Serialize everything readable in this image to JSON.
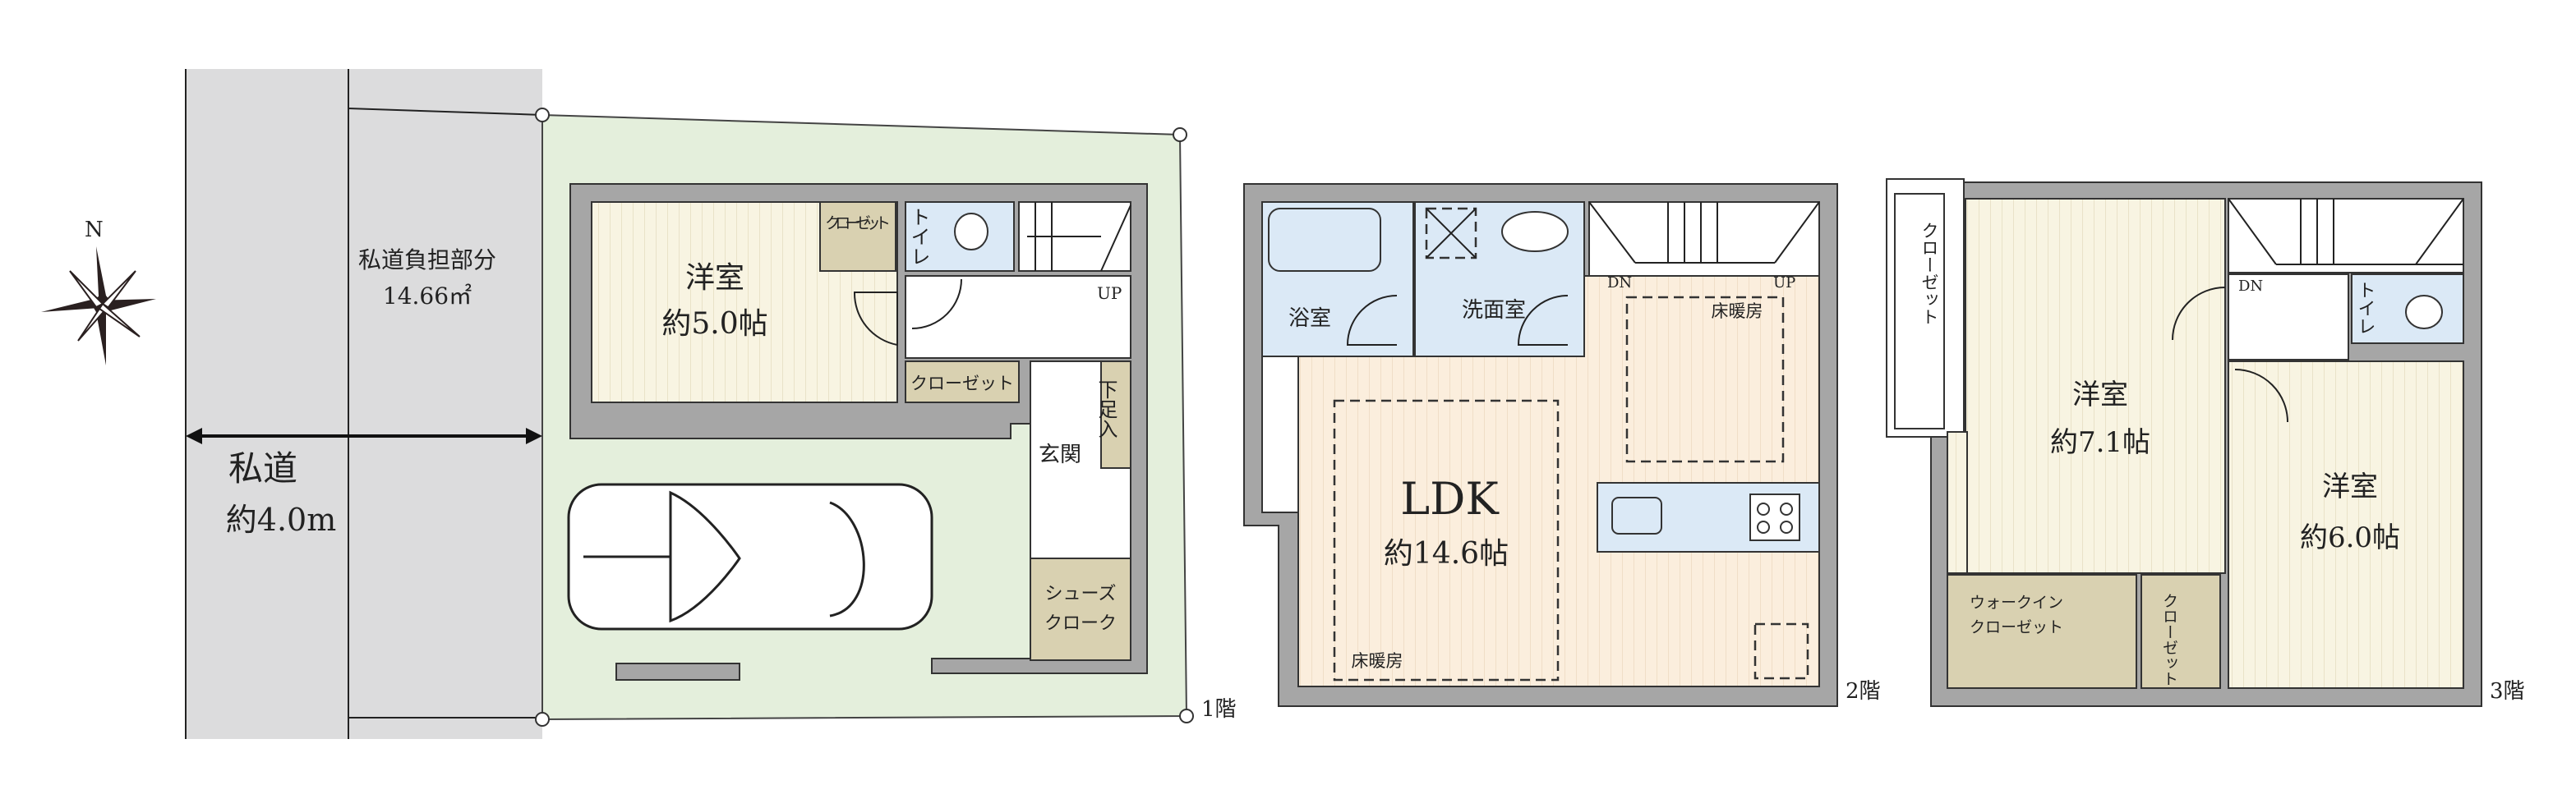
{
  "site": {
    "road_label": "私道",
    "road_width": "約4.0m",
    "private_road_share_label": "私道負担部分",
    "private_road_share_area": "14.66㎡",
    "north_label": "N"
  },
  "floor1": {
    "floor_label": "1階",
    "room_name": "洋室",
    "room_size": "約5.0帖",
    "closet_small": "クローゼット",
    "toilet": "トイレ",
    "up": "UP",
    "closet": "クローゼット",
    "entrance": "玄関",
    "shoe_box": "下足入",
    "shoes_cloak_1": "シューズ",
    "shoes_cloak_2": "クローク"
  },
  "floor2": {
    "floor_label": "2階",
    "bath": "浴室",
    "washroom": "洗面室",
    "dn": "DN",
    "up": "UP",
    "floor_heating_1": "床暖房",
    "ldk_name": "LDK",
    "ldk_size": "約14.6帖",
    "floor_heating_2": "床暖房"
  },
  "floor3": {
    "floor_label": "3階",
    "closet_balcony": "クローゼット",
    "room1_name": "洋室",
    "room1_size": "約7.1帖",
    "room2_name": "洋室",
    "room2_size": "約6.0帖",
    "dn": "DN",
    "toilet": "トイレ",
    "wic_1": "ウォークイン",
    "wic_2": "クローゼット",
    "closet": "クローゼット"
  },
  "colors": {
    "lot": "#e4efdc",
    "road": "#dcdcdd",
    "wall": "#a6a6a6",
    "wet_room": "#dbe9f6",
    "closet": "#d9d1b1",
    "ldk": "#fbeedd",
    "western_room": "#f8f4e2"
  }
}
